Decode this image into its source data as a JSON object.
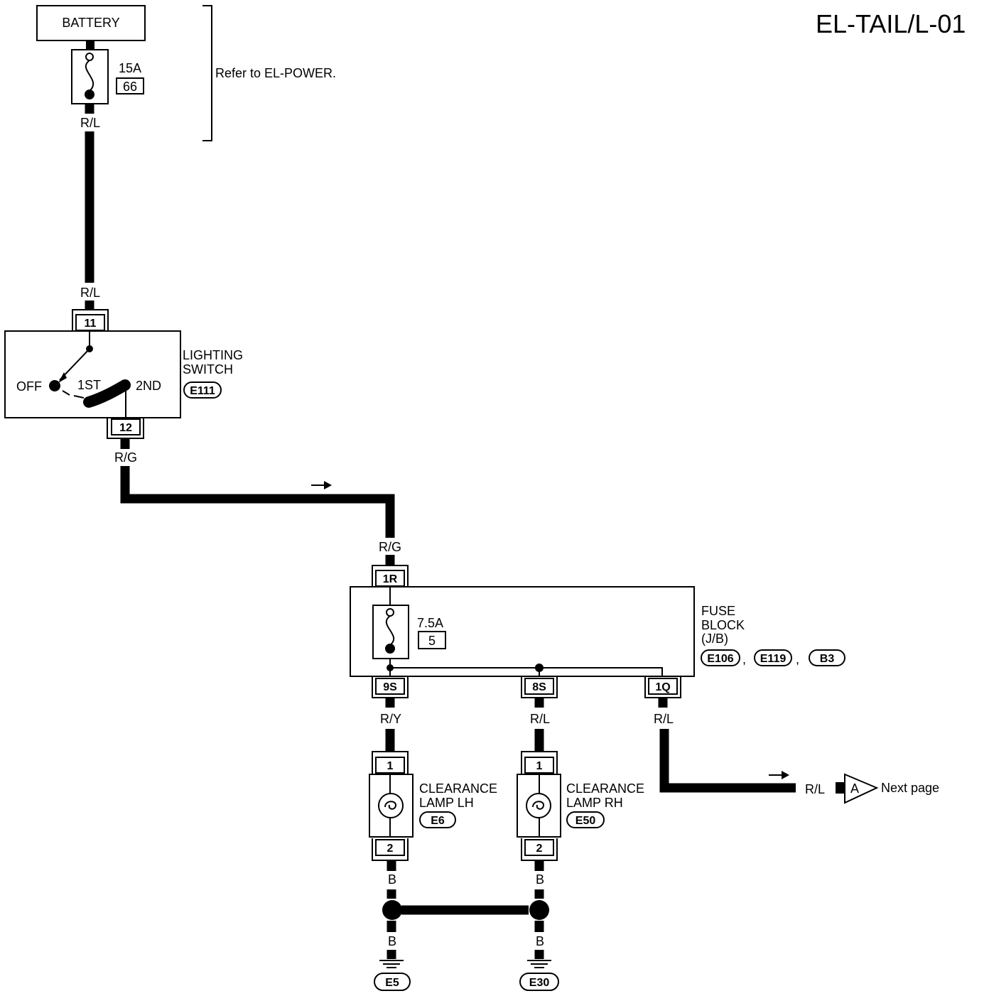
{
  "page_title": "EL-TAIL/L-01",
  "battery": {
    "label": "BATTERY"
  },
  "fuse_main": {
    "rating": "15A",
    "number": "66"
  },
  "refer_note": "Refer to EL-POWER.",
  "wires": {
    "battery_out": "R/L",
    "switch_in": "R/L",
    "switch_out": "R/G",
    "fuse_block_in": "R/G",
    "lh_feed": "R/Y",
    "rh_feed": "R/L",
    "next_feed": "R/L",
    "next_end": "R/L",
    "lh_ground_upper": "B",
    "rh_ground_upper": "B",
    "lh_ground_lower": "B",
    "rh_ground_lower": "B"
  },
  "lighting_switch": {
    "name_line1": "LIGHTING",
    "name_line2": "SWITCH",
    "connector": "E111",
    "pin_in": "11",
    "pin_out": "12",
    "positions": [
      "OFF",
      "1ST",
      "2ND"
    ]
  },
  "fuse_block": {
    "name_line1": "FUSE",
    "name_line2": "BLOCK",
    "name_line3": "(J/B)",
    "connectors": [
      "E106",
      "E119",
      "B3"
    ],
    "fuse_rating": "7.5A",
    "fuse_number": "5",
    "pin_in": "1R",
    "pins_out": [
      "9S",
      "8S",
      "1Q"
    ]
  },
  "lamps": [
    {
      "name_line1": "CLEARANCE",
      "name_line2": "LAMP LH",
      "connector": "E6",
      "pin_top": "1",
      "pin_bottom": "2"
    },
    {
      "name_line1": "CLEARANCE",
      "name_line2": "LAMP RH",
      "connector": "E50",
      "pin_top": "1",
      "pin_bottom": "2"
    }
  ],
  "grounds": [
    "E5",
    "E30"
  ],
  "next_page": {
    "marker": "A",
    "text": "Next page"
  }
}
